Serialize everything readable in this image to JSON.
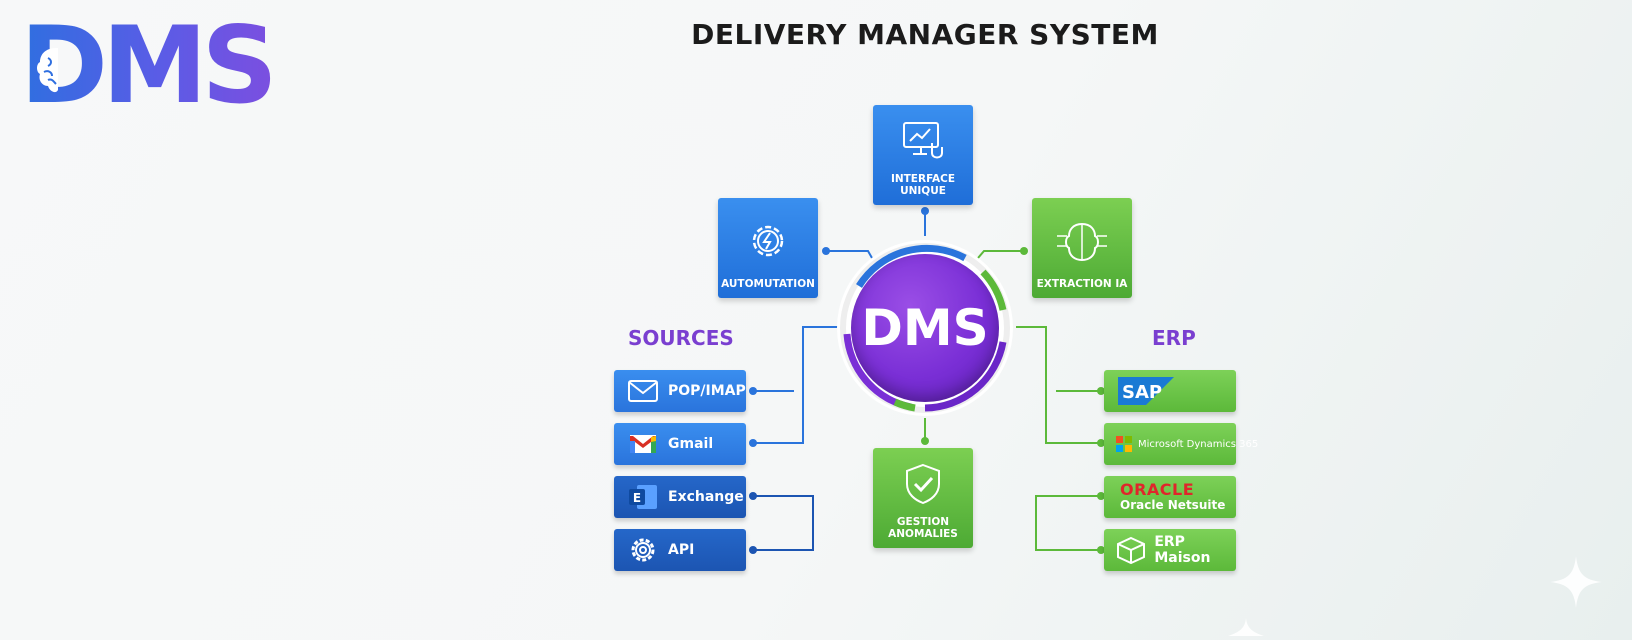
{
  "logo": {
    "text": "DMS"
  },
  "title": "DELIVERY MANAGER SYSTEM",
  "hub": {
    "label": "DMS"
  },
  "modules": {
    "interface": "INTERFACE UNIQUE",
    "automation": "AUTOMUTATION",
    "extraction": "EXTRACTION IA",
    "anomalies": "GESTION ANOMALIES"
  },
  "sources": {
    "heading": "SOURCES",
    "items": [
      "POP/IMAP",
      "Gmail",
      "Exchange",
      "API"
    ]
  },
  "erp": {
    "heading": "ERP",
    "sap": "SAP",
    "microsoft": "Microsoft Dynamics 365",
    "oracle_logo": "ORACLE",
    "oracle": "Oracle Netsuite",
    "maison": "ERP Maison"
  },
  "colors": {
    "blue": "#2a74dc",
    "green": "#5cb93a",
    "purple": "#7a2fd6",
    "source_heading": "#7a3fd0"
  }
}
